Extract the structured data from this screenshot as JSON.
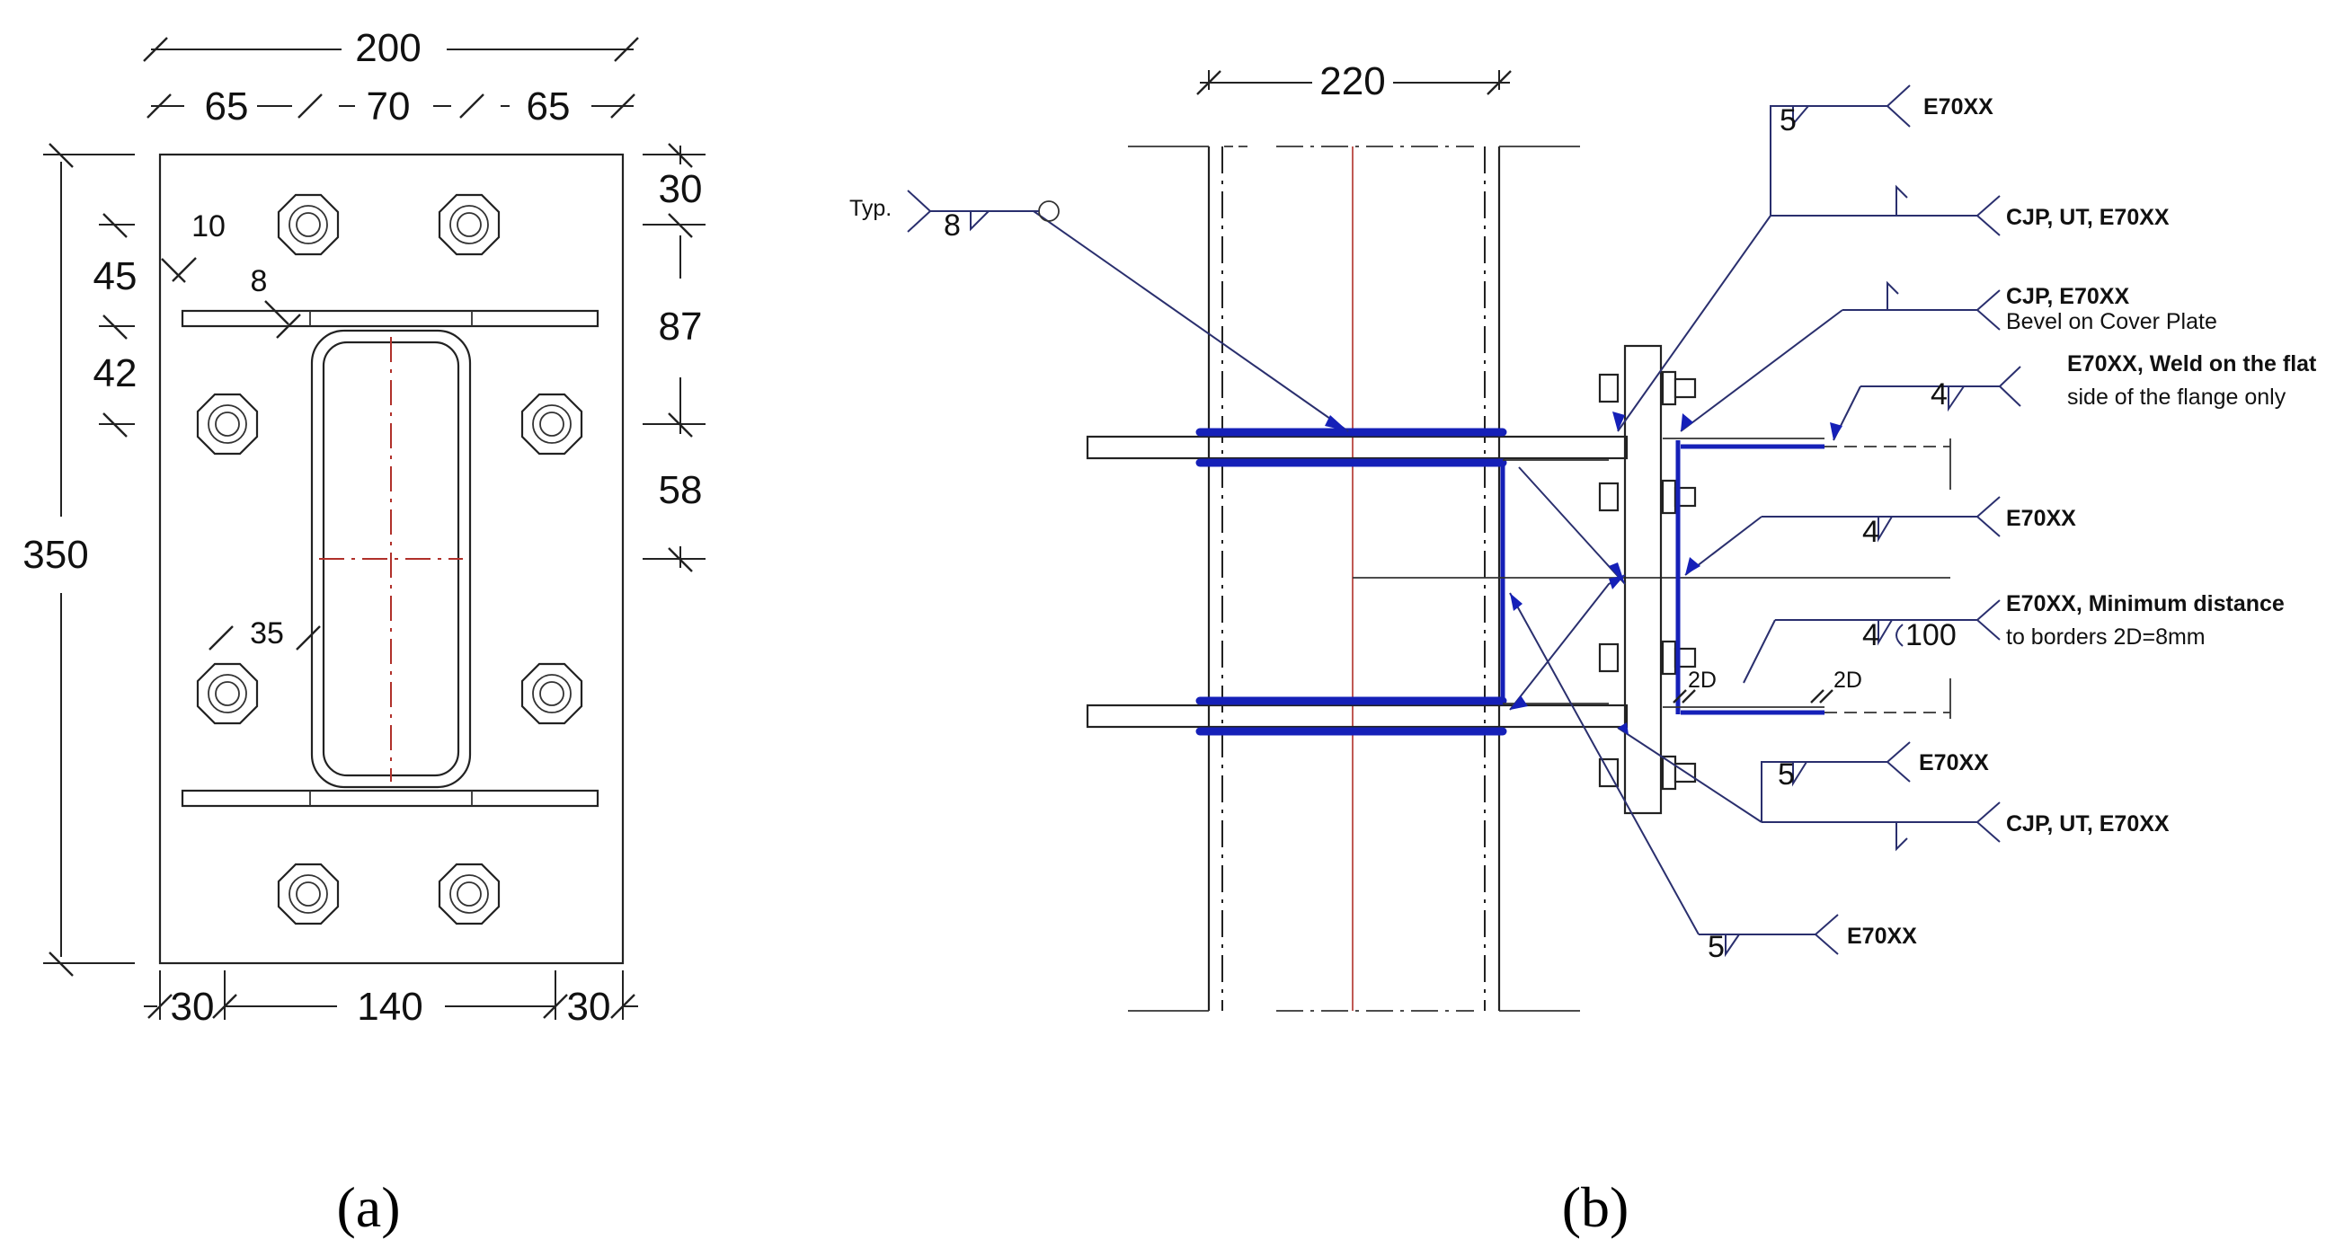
{
  "panel_a": {
    "caption": "(a)",
    "dimensions": {
      "top_total": "200",
      "top_left": "65",
      "top_mid": "70",
      "top_right": "65",
      "height_total": "350",
      "left_45": "45",
      "left_42": "42",
      "left_10": "10",
      "left_8": "8",
      "left_35": "35",
      "right_30": "30",
      "right_87": "87",
      "right_58": "58",
      "bottom_left": "30",
      "bottom_mid": "140",
      "bottom_right": "30"
    }
  },
  "panel_b": {
    "caption": "(b)",
    "dimension_top": "220",
    "typ_label": "Typ.",
    "typ_weld_size": "8",
    "weld_callouts": [
      {
        "size": "5",
        "text": "E70XX"
      },
      {
        "text": "CJP, UT, E70XX"
      },
      {
        "text_line1": "CJP, E70XX",
        "text_line2": "Bevel on Cover Plate"
      },
      {
        "size": "4",
        "text_line1": "E70XX, Weld on the flat",
        "text_line2": "side of the flange only"
      },
      {
        "size": "4",
        "text": "E70XX"
      },
      {
        "size": "4",
        "length": "100",
        "text_line1": "E70XX, Minimum distance",
        "text_line2": "to borders 2D=8mm"
      },
      {
        "size": "5",
        "text": "E70XX"
      },
      {
        "text": "CJP, UT, E70XX"
      },
      {
        "size": "5",
        "text": "E70XX"
      }
    ],
    "edge_labels": [
      "2D",
      "2D"
    ]
  },
  "colors": {
    "weld_blue": "#1520b8",
    "centerline_red": "#b0302a",
    "line_black": "#222222"
  }
}
